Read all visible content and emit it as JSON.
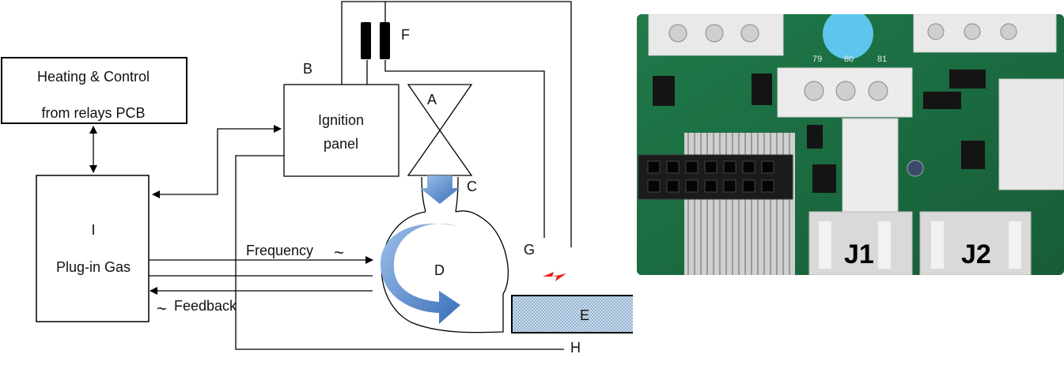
{
  "diagram": {
    "heating_box": {
      "line1": "Heating & Control",
      "line2": "from relays PCB"
    },
    "plugin_box": {
      "id": "I",
      "label": "Plug-in Gas"
    },
    "ignition_box": {
      "id": "B",
      "line1": "Ignition",
      "line2": "panel"
    },
    "labels": {
      "A": "A",
      "C": "C",
      "D": "D",
      "E": "E",
      "F": "F",
      "G": "G",
      "H": "H",
      "frequency": "Frequency",
      "feedback": "Feedback",
      "tilde": "~"
    },
    "colors": {
      "arrow_blue": "#4a7fc8",
      "spark_red": "#e8201a",
      "electrode_fill": "#b8d3e8"
    }
  },
  "photo": {
    "connector_j1": "J1",
    "connector_j2": "J2",
    "pin_numbers": [
      "79",
      "80",
      "81"
    ]
  }
}
